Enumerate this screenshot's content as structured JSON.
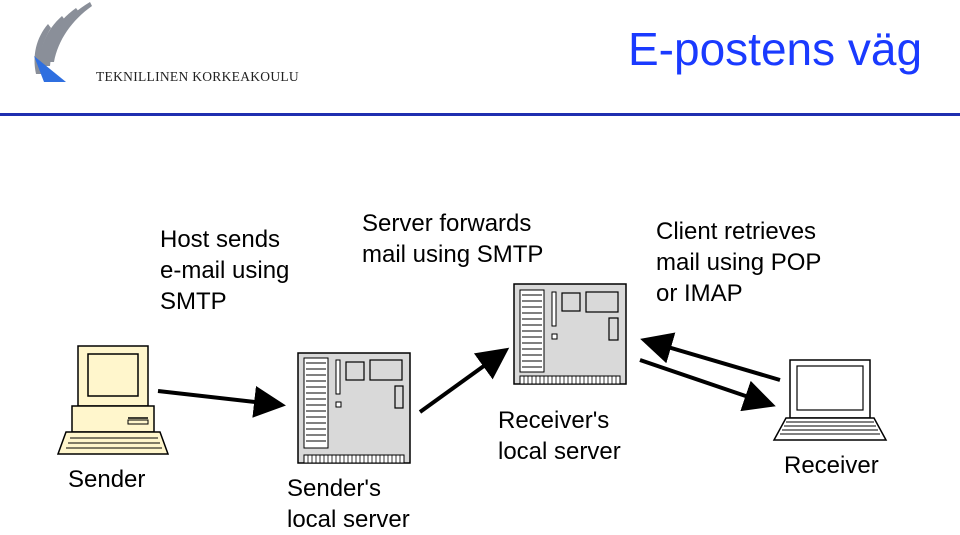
{
  "header": {
    "title": "E-postens väg",
    "logo_text": "TEKNILLINEN KORKEAKOULU"
  },
  "steps": {
    "step1": [
      "Host sends",
      "e-mail using",
      "SMTP"
    ],
    "step2": [
      "Server forwards",
      "mail using SMTP"
    ],
    "step3": [
      "Client retrieves",
      "mail using POP",
      "or IMAP"
    ]
  },
  "nodes": {
    "sender": "Sender",
    "sender_server": [
      "Sender's",
      "local server"
    ],
    "receiver_server": [
      "Receiver's",
      "local server"
    ],
    "receiver": "Receiver"
  },
  "colors": {
    "title": "#1a3aff",
    "rule": "#1f2fb0",
    "computer_beige": "#fff6cc",
    "server_gray": "#d9d9d9",
    "logo_blue": "#2f6fe0"
  }
}
